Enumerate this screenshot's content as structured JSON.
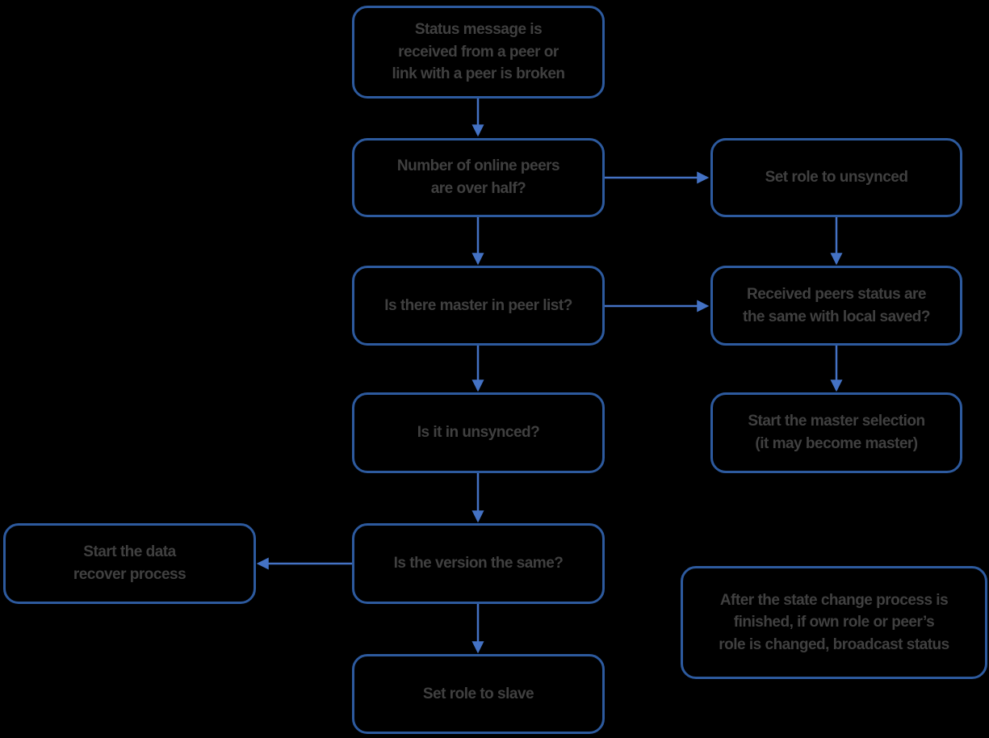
{
  "diagram": {
    "title": "Peer status / role state-change flowchart",
    "colors": {
      "background": "#000000",
      "box_fill": "#000000",
      "box_border": "#2d5a9e",
      "arrow": "#4472c4",
      "text": "#404040"
    },
    "nodes": [
      {
        "id": "status-message-received",
        "label": "Status message is\nreceived from a peer or\nlink with a peer is broken"
      },
      {
        "id": "online-peers-over-half",
        "label": "Number of online peers\nare over half?"
      },
      {
        "id": "set-role-unsynced",
        "label": "Set role to unsynced"
      },
      {
        "id": "master-in-peer-list",
        "label": "Is there master in peer list?"
      },
      {
        "id": "received-status-same",
        "label": "Received peers status are\nthe same with local saved?"
      },
      {
        "id": "is-in-unsynced",
        "label": "Is it in unsynced?"
      },
      {
        "id": "start-master-selection",
        "label": "Start the master selection\n(it may become master)"
      },
      {
        "id": "is-version-same",
        "label": "Is the version the same?"
      },
      {
        "id": "start-data-recover",
        "label": "Start the data\nrecover process"
      },
      {
        "id": "set-role-slave",
        "label": "Set role to slave"
      },
      {
        "id": "broadcast-note",
        "label": "After the state change process is\nfinished, if own role or peer’s\nrole is changed, broadcast status"
      }
    ],
    "edges": [
      {
        "from": "status-message-received",
        "to": "online-peers-over-half",
        "direction": "down"
      },
      {
        "from": "online-peers-over-half",
        "to": "set-role-unsynced",
        "direction": "right"
      },
      {
        "from": "online-peers-over-half",
        "to": "master-in-peer-list",
        "direction": "down"
      },
      {
        "from": "set-role-unsynced",
        "to": "received-status-same",
        "direction": "down"
      },
      {
        "from": "master-in-peer-list",
        "to": "received-status-same",
        "direction": "right"
      },
      {
        "from": "master-in-peer-list",
        "to": "is-in-unsynced",
        "direction": "down"
      },
      {
        "from": "received-status-same",
        "to": "start-master-selection",
        "direction": "down"
      },
      {
        "from": "is-in-unsynced",
        "to": "is-version-same",
        "direction": "down"
      },
      {
        "from": "is-version-same",
        "to": "start-data-recover",
        "direction": "left"
      },
      {
        "from": "is-version-same",
        "to": "set-role-slave",
        "direction": "down"
      }
    ]
  }
}
